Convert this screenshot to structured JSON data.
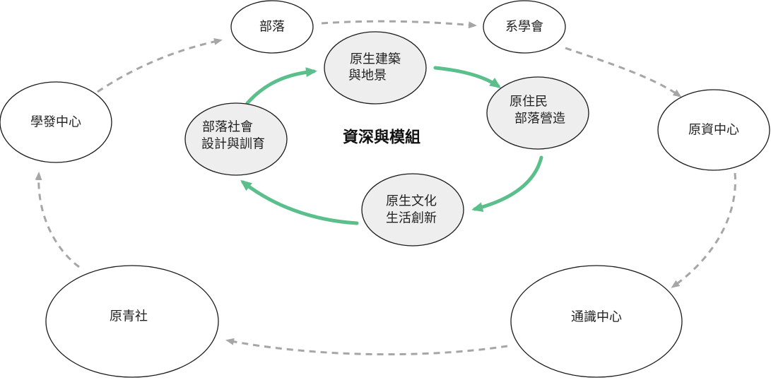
{
  "diagram": {
    "center_label": "資深與模組",
    "outer_nodes": {
      "buluo": "部落",
      "xixuehui": "系學會",
      "yuanzi": "原資中心",
      "tongshi": "通識中心",
      "yuanqing": "原青社",
      "xuefa": "學發中心"
    },
    "inner_nodes": {
      "jianzhu": [
        "原生建築",
        "與地景"
      ],
      "zhumin": [
        "原住民",
        "部落營造"
      ],
      "wenhua": [
        "原生文化",
        "生活創新"
      ],
      "shehui": [
        "部落社會",
        "設計與訓育"
      ]
    },
    "colors": {
      "outer_fill": "#ffffff",
      "inner_fill": "#eeeeee",
      "node_stroke": "#1a1a1a",
      "dashed_arrow": "#a6a6a6",
      "solid_arrow": "#5bbf8c"
    }
  }
}
